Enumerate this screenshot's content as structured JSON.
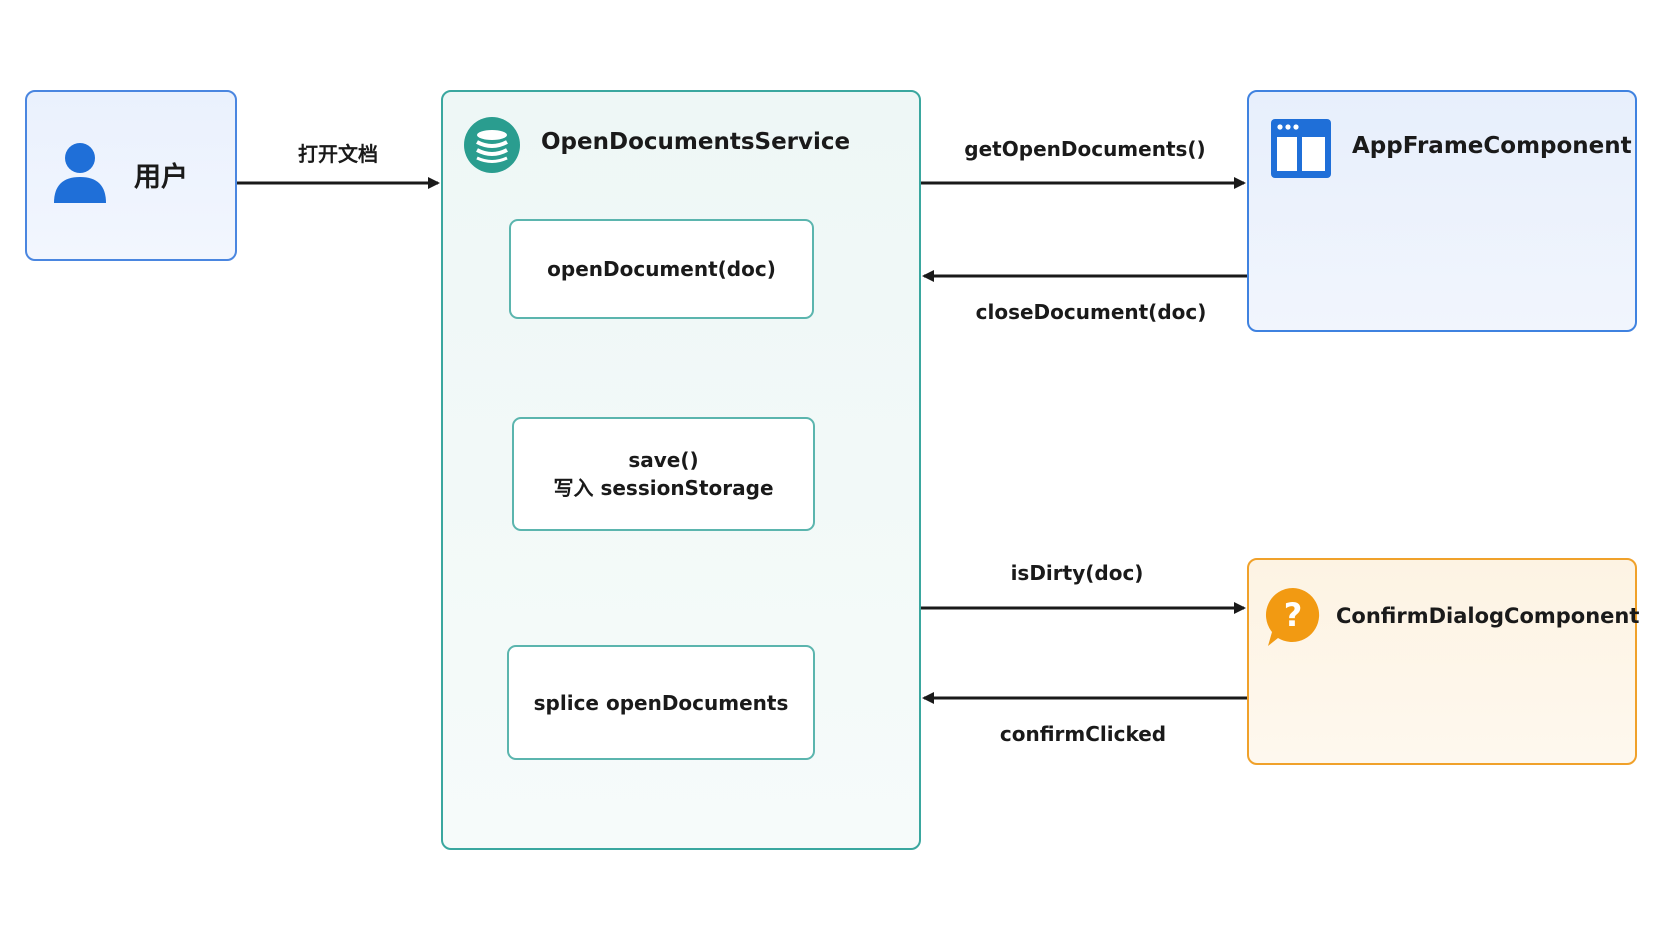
{
  "nodes": {
    "user": {
      "label": "用户",
      "icon": "user-icon"
    },
    "service": {
      "title": "OpenDocumentsService",
      "icon": "database-icon",
      "methods": {
        "open": "openDocument(doc)",
        "save_line1": "save()",
        "save_line2": "写入 sessionStorage",
        "splice": "splice openDocuments"
      }
    },
    "appframe": {
      "title": "AppFrameComponent",
      "icon": "window-layout-icon"
    },
    "confirm": {
      "title": "ConfirmDialogComponent",
      "icon": "question-bubble-icon"
    }
  },
  "edges": {
    "user_to_service": "打开文档",
    "get_open_documents": "getOpenDocuments()",
    "close_document": "closeDocument(doc)",
    "is_dirty": "isDirty(doc)",
    "confirm_clicked": "confirmClicked"
  },
  "colors": {
    "user_accent": "#1f6fd8",
    "service_accent": "#2a9d8f",
    "appframe_accent": "#1f6fd8",
    "confirm_accent": "#f29a12",
    "arrow": "#1a1a1a"
  }
}
